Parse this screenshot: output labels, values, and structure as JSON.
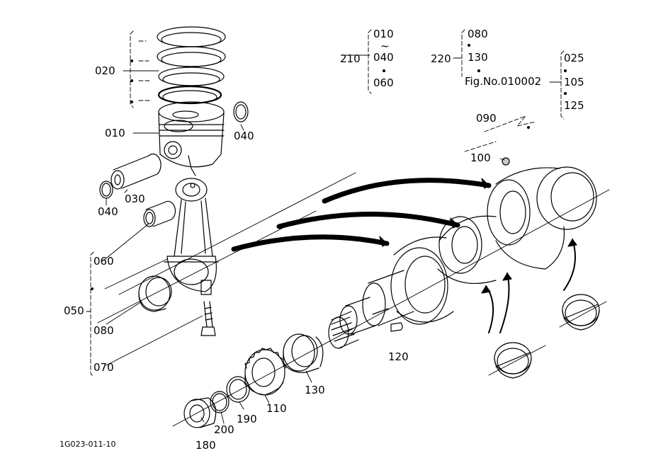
{
  "figure_id": "1G023-011-10",
  "fig_no": "Fig.No.010002",
  "callouts": {
    "piston": "010",
    "piston_rings": "020",
    "piston_pin": "030",
    "snap_ring_left": "040",
    "snap_ring_right": "040",
    "connecting_rod_assy": "050",
    "bushing": "060",
    "rod_bolt": "070",
    "rod_bearing": "080",
    "crankshaft_assy": "090",
    "plug": "100",
    "crank_gear": "110",
    "key": "120",
    "front_bearing": "130",
    "collar": "180",
    "o_ring_190": "190",
    "o_ring_200": "200",
    "set_210": "210",
    "set_220": "220"
  },
  "groups": {
    "g210": {
      "top": "010",
      "tilde": "~",
      "middle": "040",
      "bottom": "060"
    },
    "g220": {
      "top": "080",
      "middle": "130"
    },
    "gfig": {
      "top": "025",
      "middle": "105",
      "bottom": "125"
    }
  },
  "colors": {
    "ink": "#000000",
    "paper": "#ffffff",
    "shade": "#c8c8c8"
  }
}
